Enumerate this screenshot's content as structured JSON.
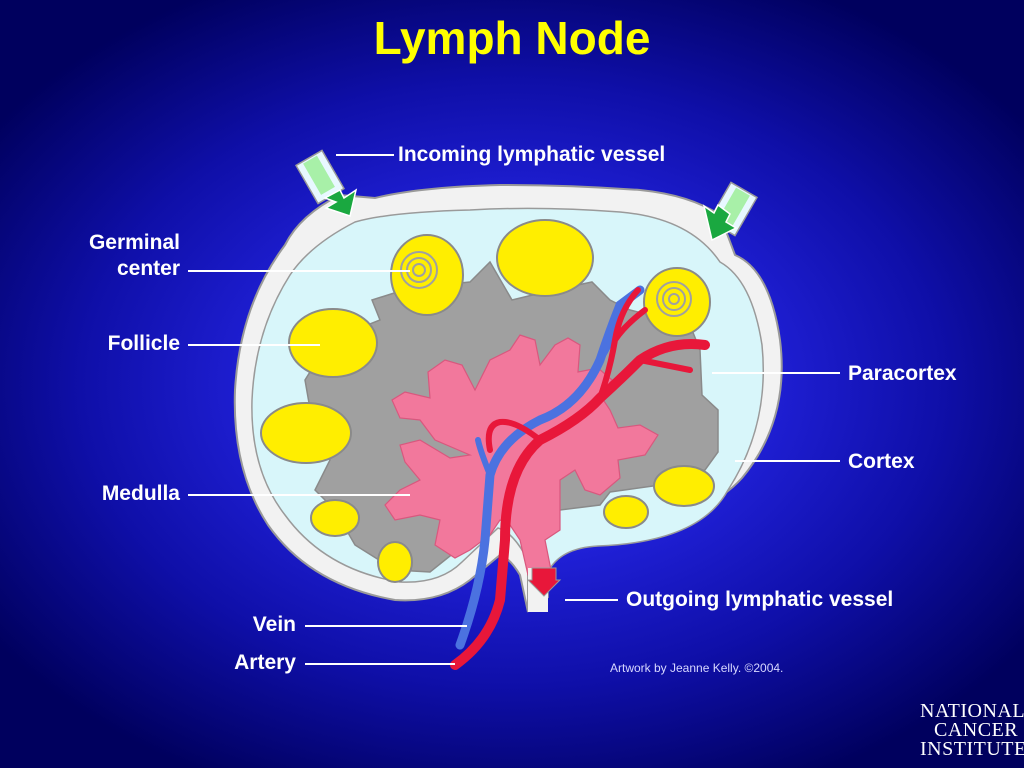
{
  "title": "Lymph Node",
  "labels": {
    "incoming": "Incoming lymphatic vessel",
    "germinal_line1": "Germinal",
    "germinal_line2": "center",
    "follicle": "Follicle",
    "medulla": "Medulla",
    "paracortex": "Paracortex",
    "cortex": "Cortex",
    "outgoing": "Outgoing lymphatic vessel",
    "vein": "Vein",
    "artery": "Artery"
  },
  "credit": "Artwork by Jeanne Kelly. ©2004.",
  "logo": {
    "line1": "NATIONAL",
    "line2": "CANCER",
    "line3": "INSTITUTE"
  },
  "colors": {
    "title": "#ffff00",
    "label_text": "#ffffff",
    "capsule": "#f2f2f2",
    "cortex": "#d8f6fa",
    "paracortex": "#a0a0a0",
    "medulla": "#f2789c",
    "follicle": "#ffee00",
    "artery": "#e8173a",
    "vein": "#4b72e0",
    "valve_arrow": "#1aa840",
    "outgoing_arrow": "#e8173a"
  }
}
